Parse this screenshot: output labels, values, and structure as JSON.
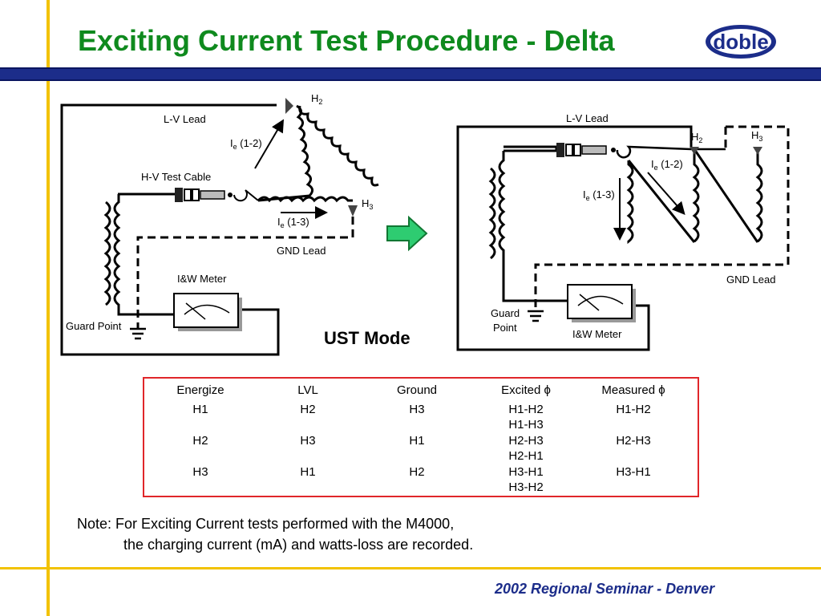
{
  "slide": {
    "title": "Exciting Current Test Procedure - Delta",
    "logo_text": "doble",
    "footer": "2002 Regional Seminar - Denver",
    "colors": {
      "title": "#0f8a1e",
      "bar": "#1c2d8a",
      "accent_line": "#f2c200",
      "table_border": "#e0262a",
      "arrow": "#2ecc71"
    }
  },
  "left_diagram": {
    "lv_lead": "L-V Lead",
    "h2": "H",
    "h2_sub": "2",
    "h3": "H",
    "h3_sub": "3",
    "ie_12": "I",
    "ie_12_sub": "e",
    "ie_12_suffix": " (1-2)",
    "ie_13": "I",
    "ie_13_sub": "e",
    "ie_13_suffix": " (1-3)",
    "hv_cable": "H-V Test Cable",
    "gnd_lead": "GND Lead",
    "iw_meter": "I&W Meter",
    "guard_point": "Guard Point"
  },
  "right_diagram": {
    "lv_lead": "L-V Lead",
    "h2": "H",
    "h2_sub": "2",
    "h3": "H",
    "h3_sub": "3",
    "ie_12": "I",
    "ie_12_sub": "e",
    "ie_12_suffix": " (1-2)",
    "ie_13": "I",
    "ie_13_sub": "e",
    "ie_13_suffix": " (1-3)",
    "gnd_lead": "GND Lead",
    "guard_point_1": "Guard",
    "guard_point_2": "Point",
    "iw_meter": "I&W Meter"
  },
  "mode_label": "UST Mode",
  "table": {
    "headers": [
      "Energize",
      "LVL",
      "Ground",
      "Excited ϕ",
      "Measured ϕ"
    ],
    "rows": [
      [
        "H1",
        "H2",
        "H3",
        "H1-H2",
        "H1-H2"
      ],
      [
        "",
        "",
        "",
        "H1-H3",
        ""
      ],
      [
        "H2",
        "H3",
        "H1",
        "H2-H3",
        "H2-H3"
      ],
      [
        "",
        "",
        "",
        "H2-H1",
        ""
      ],
      [
        "H3",
        "H1",
        "H2",
        "H3-H1",
        "H3-H1"
      ],
      [
        "",
        "",
        "",
        "H3-H2",
        ""
      ]
    ]
  },
  "note": {
    "line1": "Note: For Exciting Current tests performed with the M4000,",
    "line2": "the charging current (mA) and watts-loss are recorded."
  }
}
